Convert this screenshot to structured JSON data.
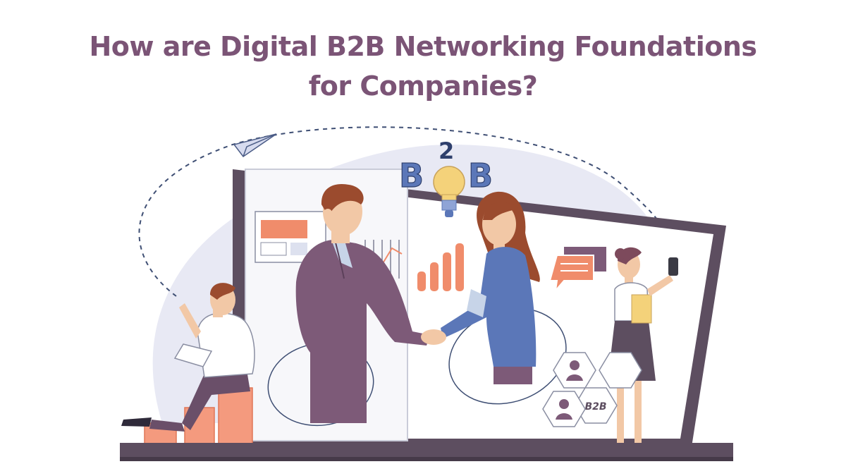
{
  "header": {
    "title_line1": "How are Digital B2B Networking Foundations",
    "title_line2": "for Companies?"
  },
  "illustration": {
    "b2b_letter_left": "B",
    "b2b_number": "2",
    "b2b_letter_right": "B",
    "hex_badge_text": "B2B",
    "icons": [
      "paper-plane-icon",
      "lightbulb-icon",
      "bar-chart-icon",
      "line-chart-icon",
      "chat-bubbles-icon",
      "user-hexagon-icon",
      "smartphone-icon"
    ]
  },
  "colors": {
    "title": "#7b5476",
    "blob": "#e8e9f4",
    "laptop_frame": "#5d4e60",
    "accent_orange": "#f08c6b",
    "accent_blue": "#5b77b8",
    "suit_purple": "#7d5a78",
    "text_blue": "#4b66a8"
  }
}
